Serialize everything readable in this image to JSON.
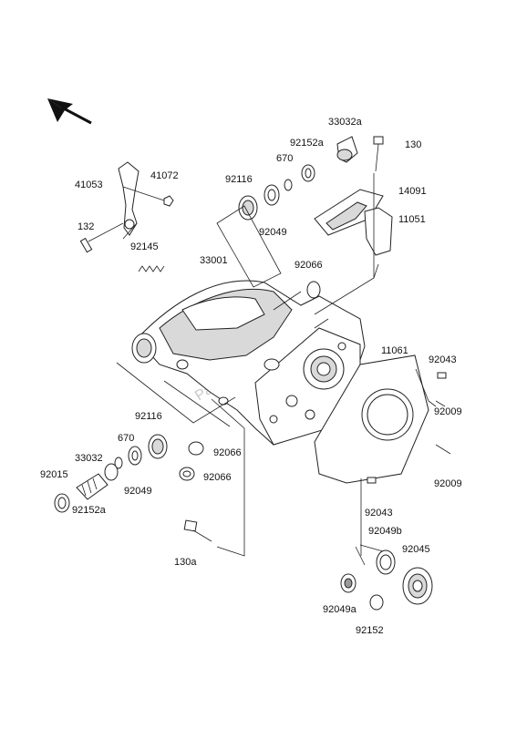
{
  "watermark": "Parts Republik",
  "orientation_icon": "arrow-up-left",
  "labels": {
    "p33032a_top": "33032a",
    "p92152a_top": "92152a",
    "p130": "130",
    "p670_top": "670",
    "p92116_top": "92116",
    "p14091": "14091",
    "p11051": "11051",
    "p92049_top": "92049",
    "p41053": "41053",
    "p41072": "41072",
    "p132": "132",
    "p92145": "92145",
    "p33001": "33001",
    "p92066_top": "92066",
    "p11061": "11061",
    "p92043_top": "92043",
    "p92009_a": "92009",
    "p92009_b": "92009",
    "p92116_bot": "92116",
    "p670_bot": "670",
    "p33032": "33032",
    "p92015": "92015",
    "p92049_bot": "92049",
    "p92152a_bot": "92152a",
    "p92066_mid": "92066",
    "p92066_low": "92066",
    "p92043_bot": "92043",
    "p92049b": "92049b",
    "p92045": "92045",
    "p130a": "130a",
    "p92049a": "92049a",
    "p92152": "92152"
  }
}
